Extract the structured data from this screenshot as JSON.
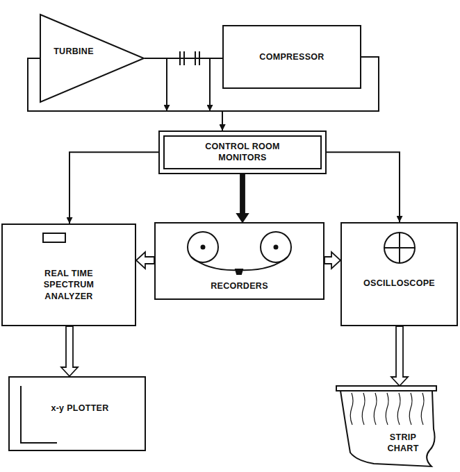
{
  "diagram": {
    "nodes": [
      {
        "text": [
          "TURBINE"
        ]
      },
      {
        "text": [
          "COMPRESSOR"
        ]
      },
      {
        "text": [
          "CONTROL ROOM MONITORS"
        ]
      },
      {
        "text": [
          "REAL TIME SPECTRUM ANALYZER"
        ]
      },
      {
        "text": [
          "RECORDERS"
        ]
      },
      {
        "text": [
          "OSCILLOSCOPE"
        ]
      },
      {
        "text": [
          "x-y PLOTTER"
        ]
      },
      {
        "text": [
          "STRIP CHART"
        ]
      }
    ],
    "edges": [
      {
        "from": 0,
        "to": 1,
        "arrow": "none"
      },
      {
        "from": 0,
        "to": 2,
        "arrow": "to"
      },
      {
        "from": 1,
        "to": 2,
        "arrow": "to"
      },
      {
        "from": 2,
        "to": 3,
        "arrow": "to"
      },
      {
        "from": 2,
        "to": 4,
        "arrow": "to"
      },
      {
        "from": 2,
        "to": 5,
        "arrow": "to"
      },
      {
        "from": 4,
        "to": 3,
        "arrow": "to"
      },
      {
        "from": 4,
        "to": 5,
        "arrow": "to"
      },
      {
        "from": 3,
        "to": 6,
        "arrow": "to"
      },
      {
        "from": 5,
        "to": 7,
        "arrow": "to"
      }
    ]
  }
}
